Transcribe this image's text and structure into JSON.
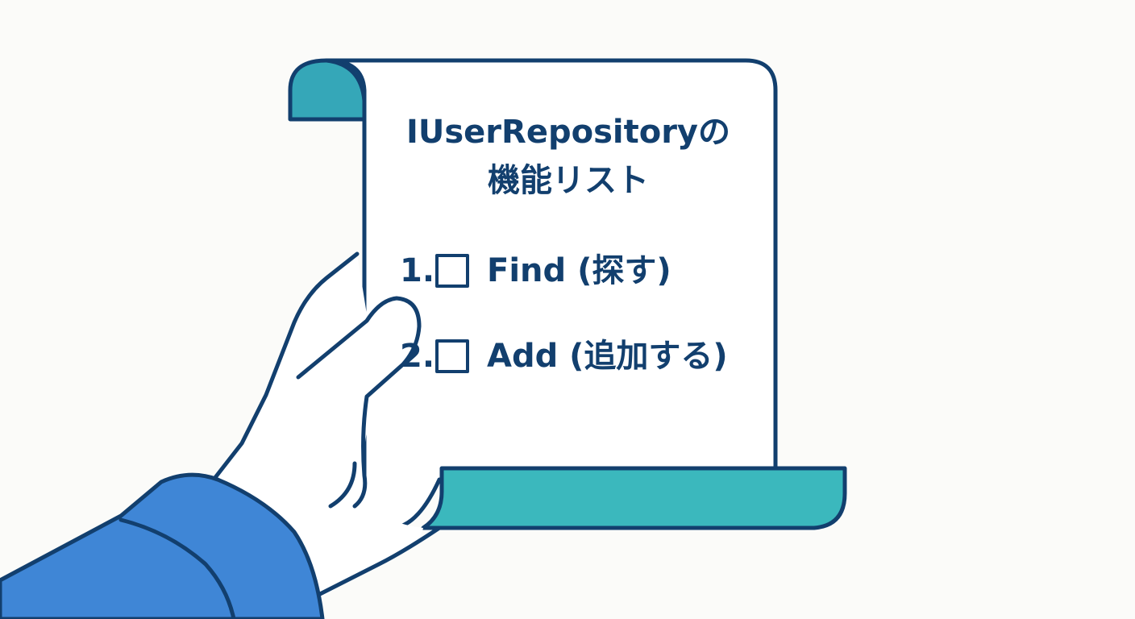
{
  "scroll": {
    "title_line1": "IUserRepositoryの",
    "title_line2": "機能リスト",
    "items": [
      {
        "number": "1.",
        "label": "Find (探す)",
        "checked": false
      },
      {
        "number": "2.",
        "label": "Add (追加する)",
        "checked": false
      }
    ]
  },
  "colors": {
    "outline": "#123f6e",
    "scroll_roll": "#3bb8bd",
    "scroll_roll_top": "#35a7b8",
    "sleeve": "#3f86d6",
    "paper": "#ffffff",
    "background": "#fbfbf9"
  }
}
